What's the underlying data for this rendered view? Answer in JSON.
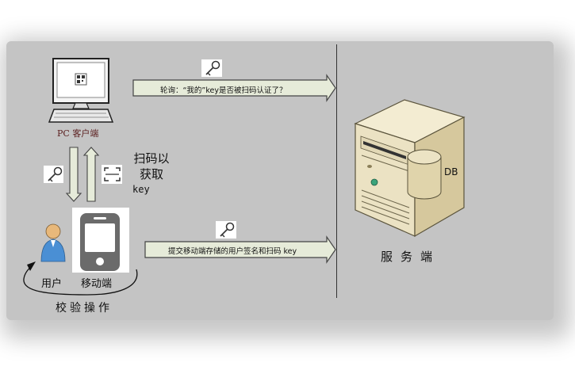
{
  "pc_client": {
    "label": "PC 客户端"
  },
  "poll_arrow": {
    "text": "轮询：“我的”key是否被扫码认证了？"
  },
  "scan_action": {
    "label": "扫码以获取",
    "key_text": "key"
  },
  "user": {
    "label": "用户"
  },
  "mobile": {
    "label": "移动端"
  },
  "verify": {
    "label": "校验操作"
  },
  "submit_arrow": {
    "text": "提交移动端存储的用户签名和扫码 key"
  },
  "server": {
    "label": "服务端",
    "db_label": "DB"
  },
  "colors": {
    "background": "#c4c4c4",
    "arrow_fill": "#e6ebd9",
    "arrow_stroke": "#444444",
    "phone": "#6b6b6b"
  }
}
